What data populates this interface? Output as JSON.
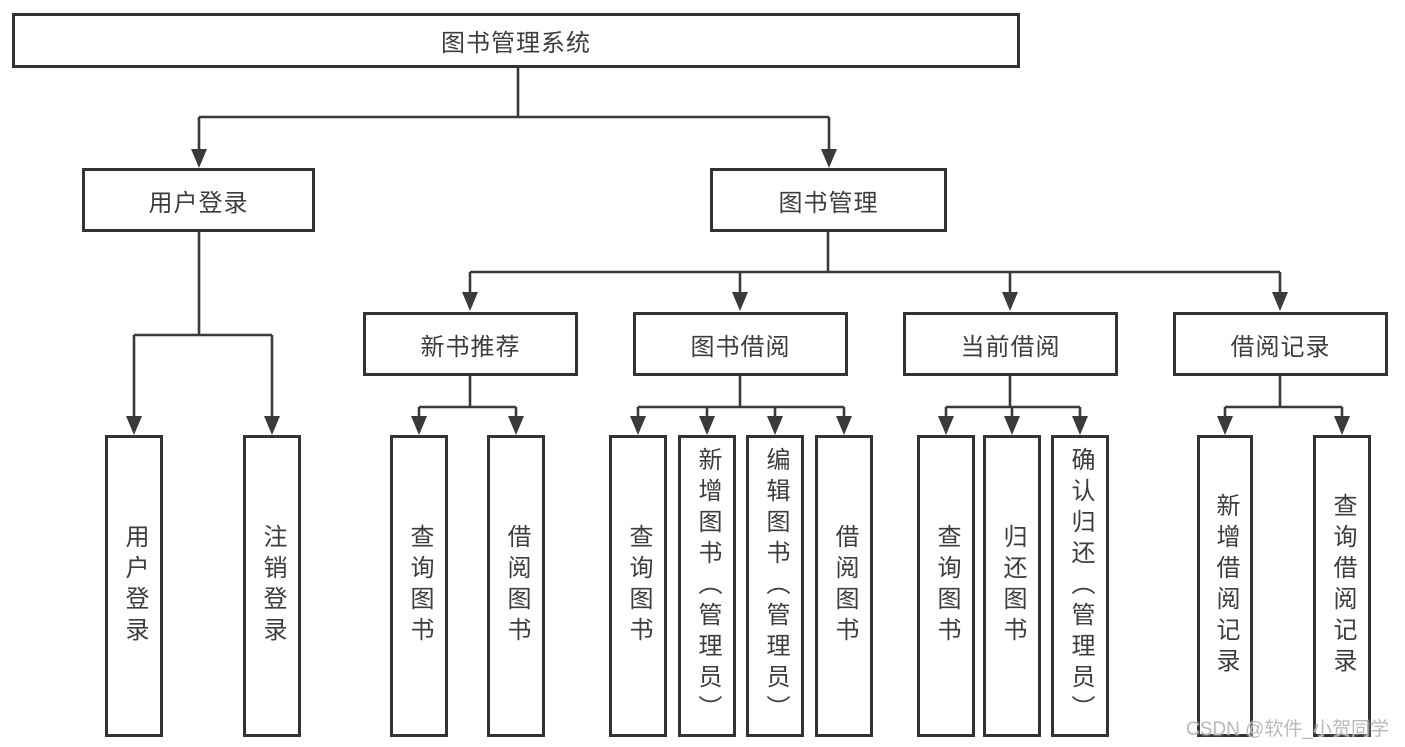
{
  "diagram": {
    "root": {
      "label": "图书管理系统"
    },
    "branches": [
      {
        "label": "用户登录",
        "children": [
          {
            "label": "用户登录"
          },
          {
            "label": "注销登录"
          }
        ]
      },
      {
        "label": "图书管理",
        "children": [
          {
            "label": "新书推荐",
            "children": [
              {
                "label": "查询图书"
              },
              {
                "label": "借阅图书"
              }
            ]
          },
          {
            "label": "图书借阅",
            "children": [
              {
                "label": "查询图书"
              },
              {
                "label": "新增图书（管理员）"
              },
              {
                "label": "编辑图书（管理员）"
              },
              {
                "label": "借阅图书"
              }
            ]
          },
          {
            "label": "当前借阅",
            "children": [
              {
                "label": "查询图书"
              },
              {
                "label": "归还图书"
              },
              {
                "label": "确认归还（管理员）"
              }
            ]
          },
          {
            "label": "借阅记录",
            "children": [
              {
                "label": "新增借阅记录"
              },
              {
                "label": "查询借阅记录"
              }
            ]
          }
        ]
      }
    ]
  },
  "watermark": {
    "text": "CSDN @软件_小贺同学"
  },
  "colors": {
    "line": "#3a3a3a",
    "box_border": "#333333",
    "box_background": "#ffffff",
    "text": "#3d3d3d",
    "watermark": "#b9b9b9"
  }
}
